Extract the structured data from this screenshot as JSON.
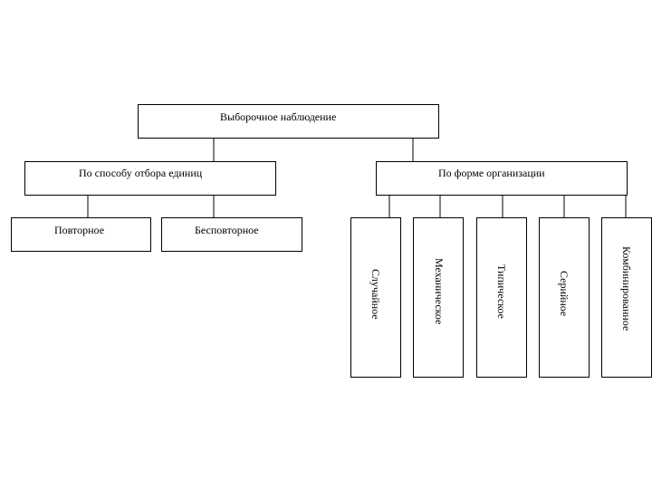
{
  "root": {
    "label": "Выборочное наблюдение"
  },
  "level2": {
    "left": {
      "label": "По способу отбора единиц"
    },
    "right": {
      "label": "По форме организации"
    }
  },
  "left_children": [
    {
      "label": "Повторное"
    },
    {
      "label": "Бесповторное"
    }
  ],
  "right_children": [
    {
      "label": "Случайное"
    },
    {
      "label": "Механическое"
    },
    {
      "label": "Типическое"
    },
    {
      "label": "Серийное"
    },
    {
      "label": "Комбинированное"
    }
  ]
}
